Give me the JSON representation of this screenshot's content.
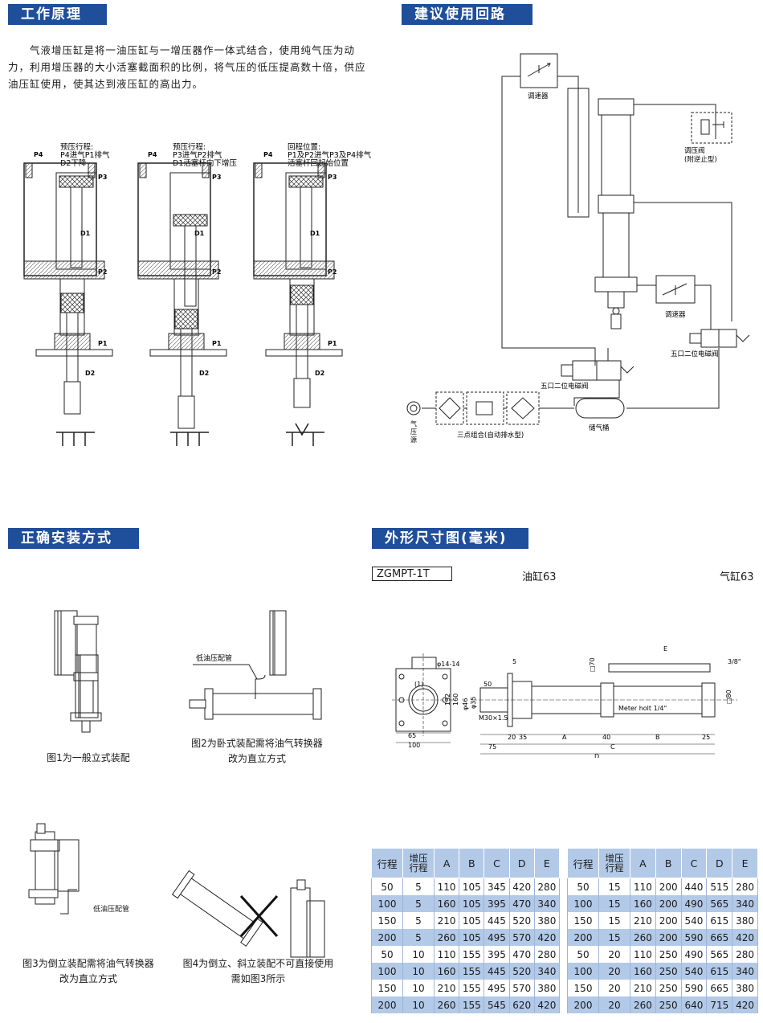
{
  "sections": {
    "principle": "工作原理",
    "circuit": "建议使用回路",
    "install": "正确安装方式",
    "dimensions": "外形尺寸图(毫米)"
  },
  "intro": "　　气液增压缸是将一油压缸与一增压器作一体式结合，使用纯气压为动力，利用增压器的大小活塞截面积的比例，将气压的低压提高数十倍，供应油压缸使用，使其达到液压缸的高出力。",
  "principle_diagrams": [
    {
      "line1": "预压行程:",
      "line2": "P4进气P1排气",
      "line3": "D2下降"
    },
    {
      "line1": "预压行程:",
      "line2": "P3进气P2排气",
      "line3": "D1活塞杆向下增压"
    },
    {
      "line1": "回程位置:",
      "line2": "P1及P2进气P3及P4排气",
      "line3": "活塞杆回起始位置"
    }
  ],
  "port_labels": {
    "p1": "P1",
    "p2": "P2",
    "p3": "P3",
    "p4": "P4",
    "d1": "D1",
    "d2": "D2"
  },
  "circuit_labels": {
    "regulator_top": "调速器",
    "pressure_valve": "调压阀",
    "pressure_valve_note": "(附逆止型)",
    "regulator_mid": "调速器",
    "valve_right": "五口二位电磁阀",
    "valve_left": "五口二位电磁阀",
    "air_source_1": "气",
    "air_source_2": "压",
    "air_source_3": "源",
    "frl": "三点组合(自动排水型)",
    "tank": "储气桶"
  },
  "install": {
    "fig1": "图1为一般立式装配",
    "fig2_line1": "图2为卧式装配需将油气转换器",
    "fig2_line2": "改为直立方式",
    "fig2_pipe": "低油压配管",
    "fig3_line1": "图3为倒立装配需将油气转换器",
    "fig3_line2": "改为直立方式",
    "fig3_pipe": "低油压配管",
    "fig4_line1": "图4为倒立、斜立装配不可直接使用",
    "fig4_line2": "需如图3所示"
  },
  "dims": {
    "model": "ZGMPT-1T",
    "oil": "油缸63",
    "air": "气缸63",
    "hole": "φ14-14",
    "one": "(1)",
    "d132": "132",
    "d160": "160",
    "d65": "65",
    "d100": "100",
    "phi46": "φ46",
    "phi35": "φ35",
    "d50": "50",
    "m30": "M30×1.5",
    "d5": "5",
    "d20": "20",
    "d35": "35",
    "a": "A",
    "d40": "40",
    "b": "B",
    "d25": "25",
    "d75": "75",
    "c": "C",
    "d": "D",
    "e": "E",
    "sq70": "□70",
    "sq80": "□80",
    "pt38": "3/8\"",
    "meter": "Meter holt 1/4\""
  },
  "table_headers": [
    "行程",
    "增压行程",
    "A",
    "B",
    "C",
    "D",
    "E"
  ],
  "header_parts": {
    "h1": "行程",
    "h2a": "增压",
    "h2b": "行程",
    "a": "A",
    "b": "B",
    "c": "C",
    "d": "D",
    "e": "E"
  },
  "table_left": [
    [
      "50",
      "5",
      "110",
      "105",
      "345",
      "420",
      "280"
    ],
    [
      "100",
      "5",
      "160",
      "105",
      "395",
      "470",
      "340"
    ],
    [
      "150",
      "5",
      "210",
      "105",
      "445",
      "520",
      "380"
    ],
    [
      "200",
      "5",
      "260",
      "105",
      "495",
      "570",
      "420"
    ],
    [
      "50",
      "10",
      "110",
      "155",
      "395",
      "470",
      "280"
    ],
    [
      "100",
      "10",
      "160",
      "155",
      "445",
      "520",
      "340"
    ],
    [
      "150",
      "10",
      "210",
      "155",
      "495",
      "570",
      "380"
    ],
    [
      "200",
      "10",
      "260",
      "155",
      "545",
      "620",
      "420"
    ]
  ],
  "table_right": [
    [
      "50",
      "15",
      "110",
      "200",
      "440",
      "515",
      "280"
    ],
    [
      "100",
      "15",
      "160",
      "200",
      "490",
      "565",
      "340"
    ],
    [
      "150",
      "15",
      "210",
      "200",
      "540",
      "615",
      "380"
    ],
    [
      "200",
      "15",
      "260",
      "200",
      "590",
      "665",
      "420"
    ],
    [
      "50",
      "20",
      "110",
      "250",
      "490",
      "565",
      "280"
    ],
    [
      "100",
      "20",
      "160",
      "250",
      "540",
      "615",
      "340"
    ],
    [
      "150",
      "20",
      "210",
      "250",
      "590",
      "665",
      "380"
    ],
    [
      "200",
      "20",
      "260",
      "250",
      "640",
      "715",
      "420"
    ]
  ],
  "colors": {
    "header_bar": "#1f4e9a",
    "table_header": "#b3c9e8"
  }
}
